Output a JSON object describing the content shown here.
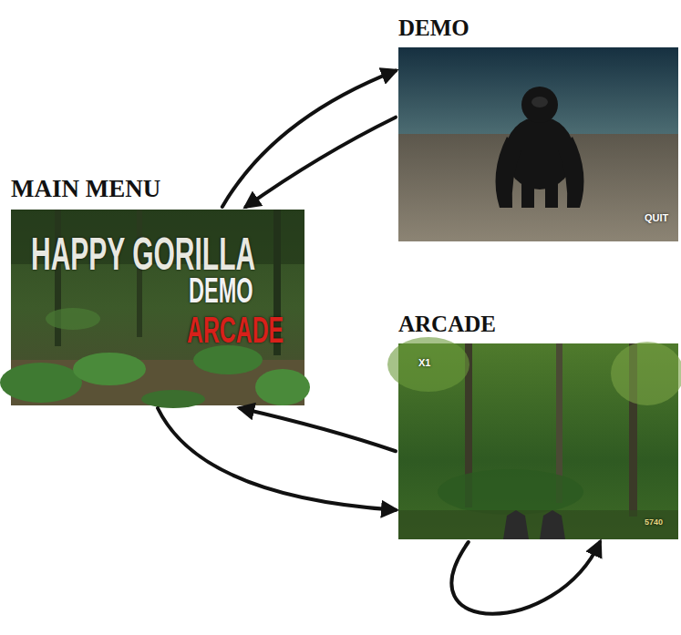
{
  "diagram": {
    "nodes": [
      {
        "text": [
          "MAIN MENU",
          "HAPPY GORILLA",
          "DEMO",
          "ARCADE"
        ]
      },
      {
        "text": [
          "DEMO",
          "QUIT"
        ]
      },
      {
        "text": [
          "ARCADE",
          "X1",
          "5740"
        ]
      }
    ],
    "edges": [
      {
        "from": 0,
        "to": 1,
        "arrow": "to"
      },
      {
        "from": 1,
        "to": 0,
        "arrow": "to"
      },
      {
        "from": 0,
        "to": 2,
        "arrow": "to"
      },
      {
        "from": 2,
        "to": 0,
        "arrow": "to"
      },
      {
        "from": 2,
        "to": 2,
        "arrow": "to"
      }
    ]
  }
}
